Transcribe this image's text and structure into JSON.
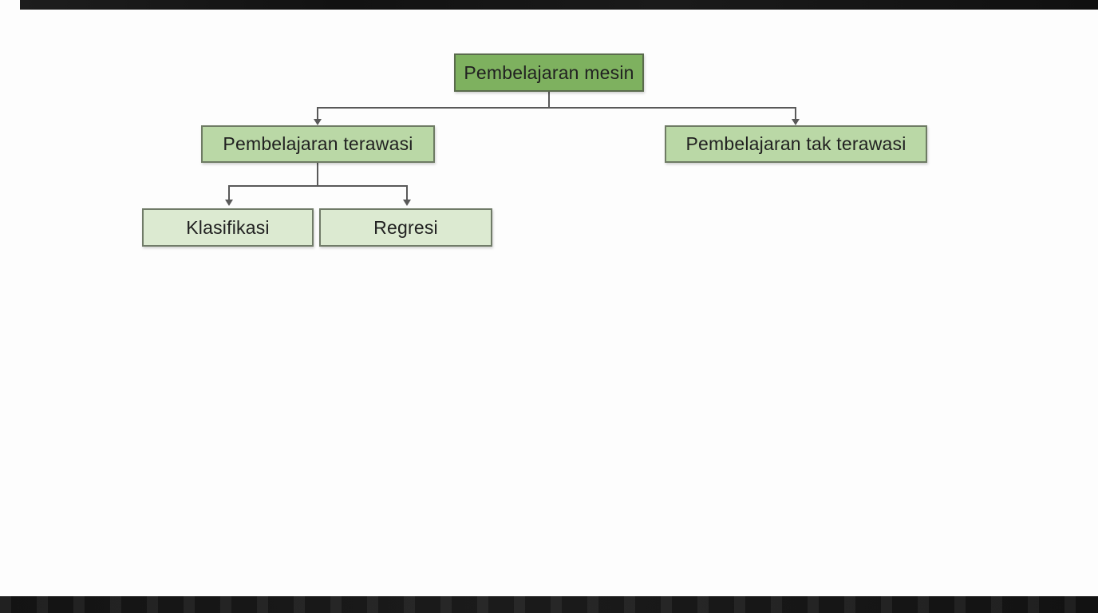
{
  "diagram": {
    "root": {
      "label": "Pembelajaran mesin"
    },
    "level2": [
      {
        "label": "Pembelajaran terawasi"
      },
      {
        "label": "Pembelajaran tak terawasi"
      }
    ],
    "level3": [
      {
        "label": "Klasifikasi"
      },
      {
        "label": "Regresi"
      }
    ]
  },
  "colors": {
    "root_fill": "#7EB15F",
    "root_border": "#5A6B4D",
    "level2_fill": "#BAD8A6",
    "level2_border": "#6E7B64",
    "level3_fill": "#DCEAD1",
    "level3_border": "#707B68",
    "connector": "#595959",
    "bar": "#161616",
    "text": "#212121",
    "background": "#FDFDFD"
  }
}
